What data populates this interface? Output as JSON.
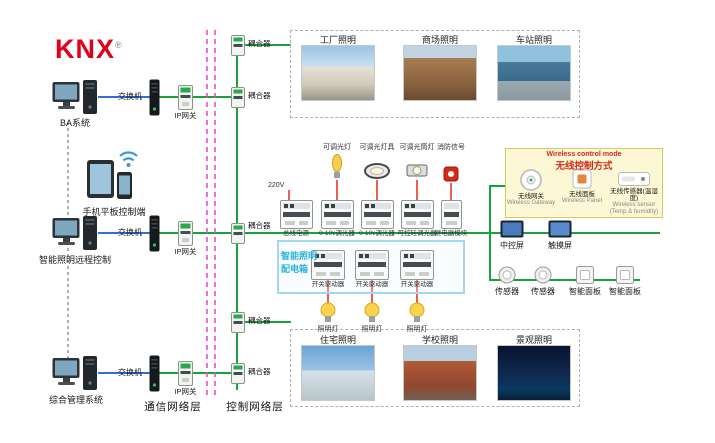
{
  "colors": {
    "knx_red": "#e2001a",
    "bus_green": "#17a33c",
    "comm_blue": "#2f6fd6",
    "layer_pink": "#f23bd4",
    "load_red": "#e02a1a",
    "panel_border_blue": "#a0d8ee",
    "panel_title_cyan": "#2bb3d9",
    "wireless_bg": "#fcf7d4",
    "wireless_title_red": "#d42a1a"
  },
  "logo": {
    "text": "KNX",
    "reg": "®"
  },
  "layer_labels": {
    "communication": "通信网络层",
    "control": "控制网络层"
  },
  "left_devices": {
    "ba": "BA系统",
    "mobile": "手机平板控制端",
    "remote": "智能照明远程控制",
    "management": "综合管理系统"
  },
  "network": {
    "switch": "交换机",
    "gateway": "IP网关",
    "coupler": "耦合器"
  },
  "top_gallery": [
    {
      "label": "工厂照明"
    },
    {
      "label": "商场照明"
    },
    {
      "label": "车站照明"
    }
  ],
  "bottom_gallery": [
    {
      "label": "住宅照明"
    },
    {
      "label": "学校照明"
    },
    {
      "label": "景观照明"
    }
  ],
  "panel": {
    "title_line1": "智能照明",
    "title_line2": "配电箱",
    "power": "220V",
    "modules_row1": [
      "总线电源",
      "0-10v调光器",
      "0-10v调光器",
      "可控硅调光器",
      "继电器模块"
    ],
    "modules_row2": [
      "开关驱动器",
      "开关驱动器",
      "开关驱动器"
    ],
    "loads_top": [
      "可调光灯",
      "可调光灯具",
      "可调光筒灯",
      "消防信号"
    ],
    "loads_bottom": [
      "照明灯",
      "照明灯",
      "照明灯"
    ]
  },
  "wireless": {
    "title_en": "Wireless control mode",
    "title_zh": "无线控制方式",
    "items": [
      {
        "zh": "无线网关",
        "en": "Wireless Gateway"
      },
      {
        "zh": "无线面板",
        "en": "Wireless Panel"
      },
      {
        "zh": "无线传感器(温湿度)",
        "en": "Wireless sensor (Temp & humidity)"
      }
    ]
  },
  "right_devices": {
    "row1": [
      "中控屏",
      "触摸屏"
    ],
    "row2": [
      "传感器",
      "传感器",
      "智能面板",
      "智能面板"
    ]
  }
}
